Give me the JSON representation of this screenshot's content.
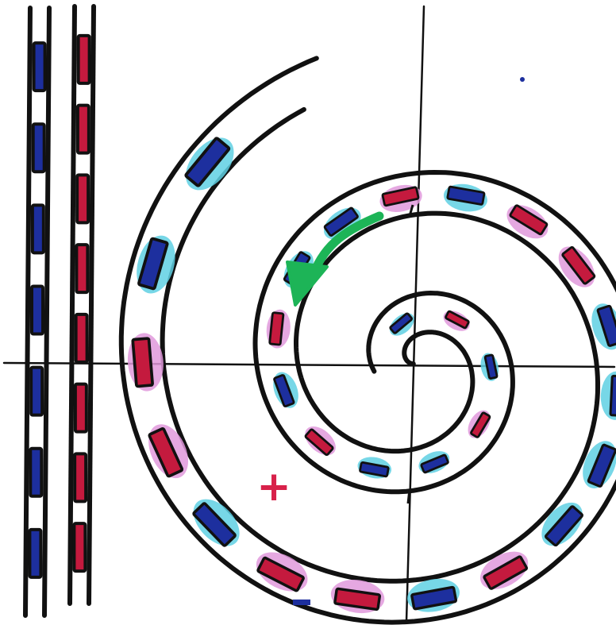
{
  "diagram": {
    "labels": {
      "plus": "+",
      "minus": "–"
    },
    "colors": {
      "outline": "#111111",
      "magnet_north": "#1d2f9e",
      "magnet_south": "#c41a3e",
      "halo_north": "#5fd0e3",
      "halo_south": "#e199dc",
      "arrow": "#1db457",
      "axis": "#111111"
    },
    "straight_track_magnets": {
      "left_strip": [
        "north",
        "north",
        "north",
        "north",
        "north",
        "north",
        "north"
      ],
      "right_strip": [
        "south",
        "south",
        "south",
        "south",
        "south",
        "south",
        "south",
        "south"
      ]
    },
    "spiral_track_magnets": {
      "outer_turn": [
        "north",
        "north",
        "south",
        "south",
        "north",
        "south",
        "south",
        "north",
        "south",
        "north",
        "north",
        "north"
      ],
      "inner_turns": [
        "north",
        "south",
        "south",
        "north",
        "south",
        "north",
        "north",
        "south",
        "north",
        "south",
        "north",
        "north",
        "south",
        "north",
        "south",
        "north"
      ]
    },
    "arrow_icon": "curved-arrow-icon"
  }
}
